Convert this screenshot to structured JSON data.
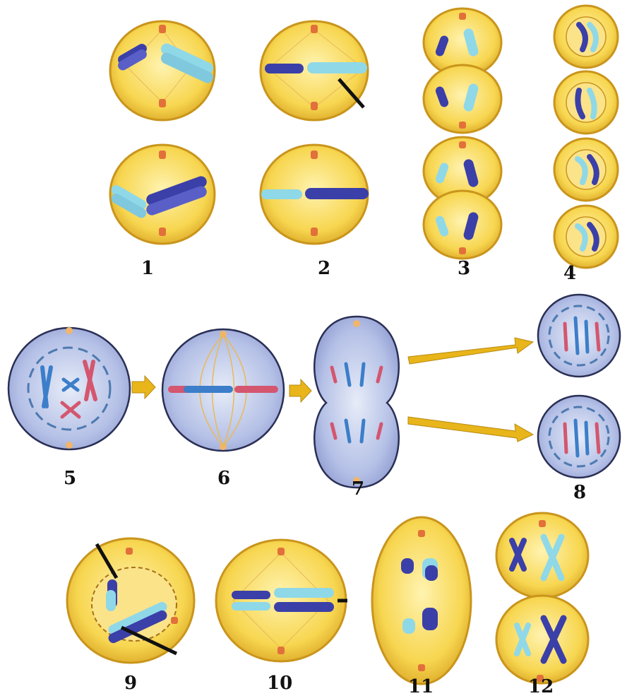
{
  "labels": {
    "l1": "1",
    "l2": "2",
    "l3": "3",
    "l4": "4",
    "l5": "5",
    "l6": "6",
    "l7": "7",
    "l8": "8",
    "l9": "9",
    "l10": "10",
    "l11": "11",
    "l12": "12"
  },
  "colors": {
    "cell_fill": "#F6D24A",
    "cell_edge": "#C9951C",
    "cell_inner": "#FFF1A8",
    "blue_cell_fill": "#AEB9E0",
    "blue_cell_edge": "#2A2F55",
    "chrom_dark": "#3B3FA8",
    "chrom_light": "#8FD8E8",
    "chrom_red": "#D4566F",
    "chrom_blue": "#3C7EC9",
    "arrow": "#E8B51A",
    "centrosome": "#E2703A",
    "spindle": "#E8B95A"
  }
}
